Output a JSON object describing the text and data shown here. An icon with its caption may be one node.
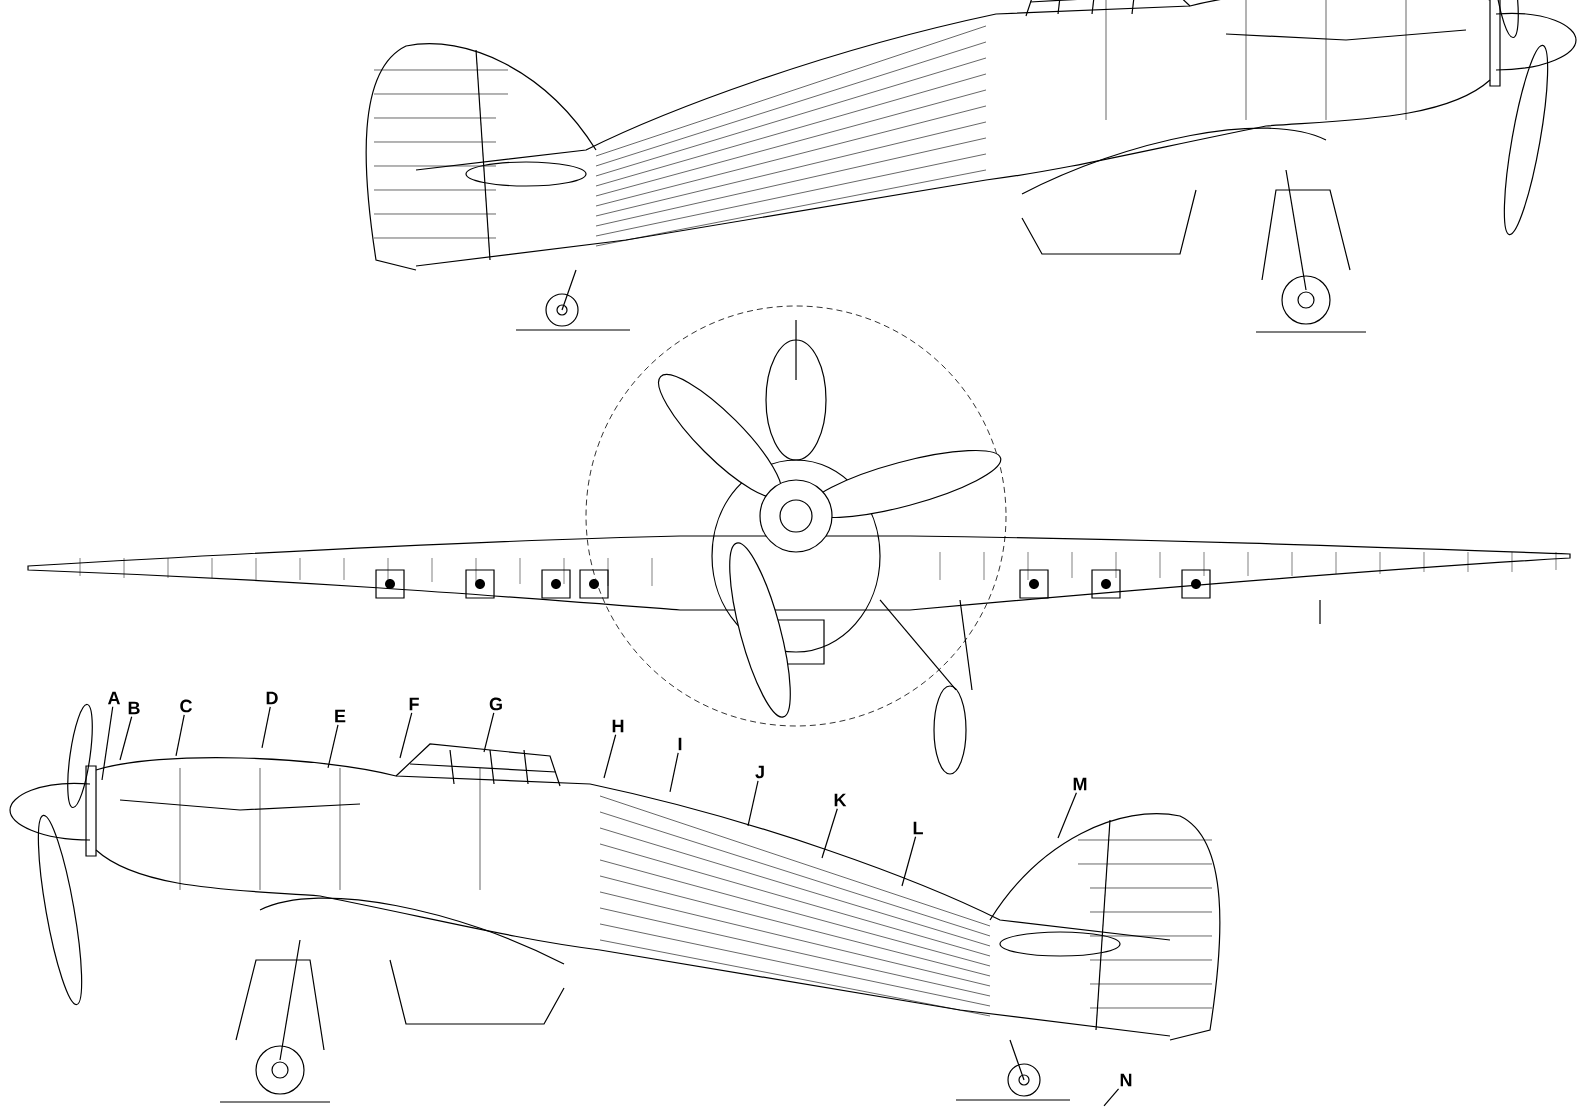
{
  "diagram": {
    "nodes": [
      {
        "text": [
          "A"
        ]
      },
      {
        "text": [
          "B"
        ]
      },
      {
        "text": [
          "C"
        ]
      },
      {
        "text": [
          "D"
        ]
      },
      {
        "text": [
          "E"
        ]
      },
      {
        "text": [
          "F"
        ]
      },
      {
        "text": [
          "G"
        ]
      },
      {
        "text": [
          "H"
        ]
      },
      {
        "text": [
          "I"
        ]
      },
      {
        "text": [
          "J"
        ]
      },
      {
        "text": [
          "K"
        ]
      },
      {
        "text": [
          "L"
        ]
      },
      {
        "text": [
          "M"
        ]
      },
      {
        "text": [
          "N"
        ]
      }
    ],
    "edges": [
      {
        "from": 0,
        "to": null,
        "arrow": "none"
      },
      {
        "from": 1,
        "to": null,
        "arrow": "none"
      },
      {
        "from": 2,
        "to": null,
        "arrow": "none"
      },
      {
        "from": 3,
        "to": null,
        "arrow": "none"
      },
      {
        "from": 4,
        "to": null,
        "arrow": "none"
      },
      {
        "from": 5,
        "to": null,
        "arrow": "none"
      },
      {
        "from": 6,
        "to": null,
        "arrow": "none"
      },
      {
        "from": 7,
        "to": null,
        "arrow": "none"
      },
      {
        "from": 8,
        "to": null,
        "arrow": "none"
      },
      {
        "from": 9,
        "to": null,
        "arrow": "none"
      },
      {
        "from": 10,
        "to": null,
        "arrow": "none"
      },
      {
        "from": 11,
        "to": null,
        "arrow": "none"
      },
      {
        "from": 12,
        "to": null,
        "arrow": "none"
      },
      {
        "from": 13,
        "to": null,
        "arrow": "none"
      }
    ]
  }
}
